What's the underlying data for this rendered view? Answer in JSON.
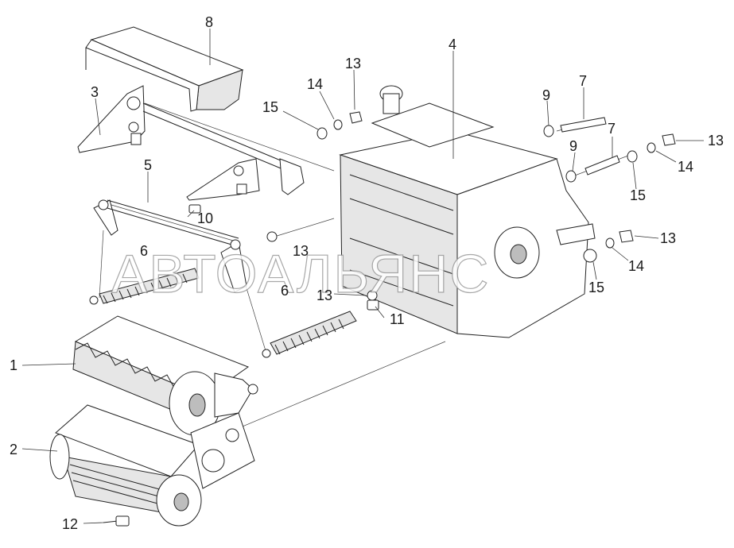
{
  "watermark": "АВТОАЛЬЯНС",
  "callouts": {
    "c1": "1",
    "c2": "2",
    "c3": "3",
    "c4": "4",
    "c5": "5",
    "c6a": "6",
    "c6b": "6",
    "c7a": "7",
    "c7b": "7",
    "c8": "8",
    "c9a": "9",
    "c9b": "9",
    "c10": "10",
    "c11": "11",
    "c12": "12",
    "c13a": "13",
    "c13b": "13",
    "c13c": "13",
    "c13d": "13",
    "c13e": "13",
    "c14a": "14",
    "c14b": "14",
    "c14c": "14",
    "c15a": "15",
    "c15b": "15",
    "c15c": "15"
  }
}
